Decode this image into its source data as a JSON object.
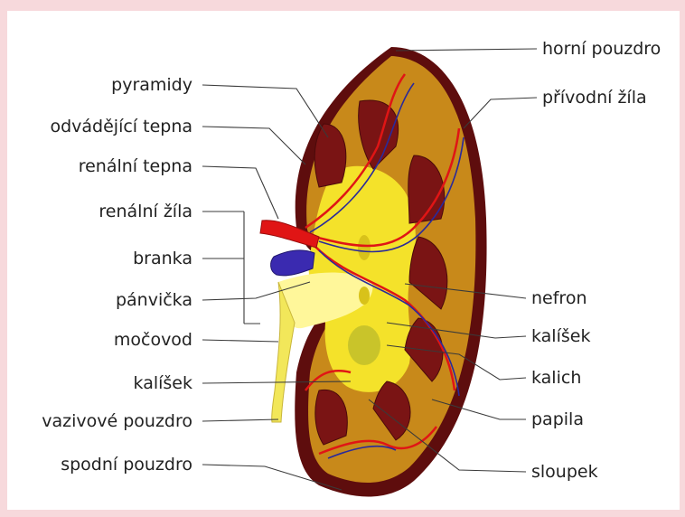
{
  "diagram": {
    "left_labels": [
      {
        "key": "pyramidy",
        "text": "pyramidy"
      },
      {
        "key": "odvadejici_tepna",
        "text": "odvádějící tepna"
      },
      {
        "key": "renalni_tepna",
        "text": "renální tepna"
      },
      {
        "key": "renalni_zila",
        "text": "renální žíla"
      },
      {
        "key": "branka",
        "text": "branka"
      },
      {
        "key": "panvicka",
        "text": "pánvička"
      },
      {
        "key": "mocovod",
        "text": "močovod"
      },
      {
        "key": "kalisek_left",
        "text": "kalíšek"
      },
      {
        "key": "vazivove_pouzdro",
        "text": "vazivové pouzdro"
      },
      {
        "key": "spodni_pouzdro",
        "text": "spodní pouzdro"
      }
    ],
    "right_labels": [
      {
        "key": "horni_pouzdro",
        "text": "horní pouzdro"
      },
      {
        "key": "privodni_zila",
        "text": "přívodní žíla"
      },
      {
        "key": "nefron",
        "text": "nefron"
      },
      {
        "key": "kalisek_right",
        "text": "kalíšek"
      },
      {
        "key": "kalich",
        "text": "kalich"
      },
      {
        "key": "papila",
        "text": "papila"
      },
      {
        "key": "sloupek",
        "text": "sloupek"
      }
    ],
    "colors": {
      "capsule_dark": "#5e0d0d",
      "cortex": "#c8891a",
      "medulla_inner": "#f4e22a",
      "pelvis": "#fff79a",
      "pyramid": "#7a1414",
      "artery": "#e01515",
      "vein": "#2a2a9a",
      "renal_vein": "#3a2ab0",
      "ureter": "#f2e75a"
    }
  }
}
